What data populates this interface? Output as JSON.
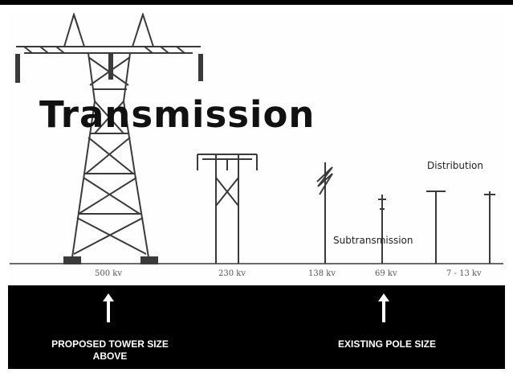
{
  "diagram": {
    "title": "Transmission",
    "labels": {
      "distribution": "Distribution",
      "subtransmission": "Subtransmission"
    },
    "voltages": [
      "500 kv",
      "230 kv",
      "138 kv",
      "69 kv",
      "7 - 13 kv"
    ]
  },
  "captions": {
    "proposed": "PROPOSED TOWER SIZE\nABOVE",
    "existing": "EXISTING POLE SIZE"
  },
  "colors": {
    "band": "#000000",
    "structure": "#3a3a3a",
    "ground": "#6b6b6b"
  }
}
